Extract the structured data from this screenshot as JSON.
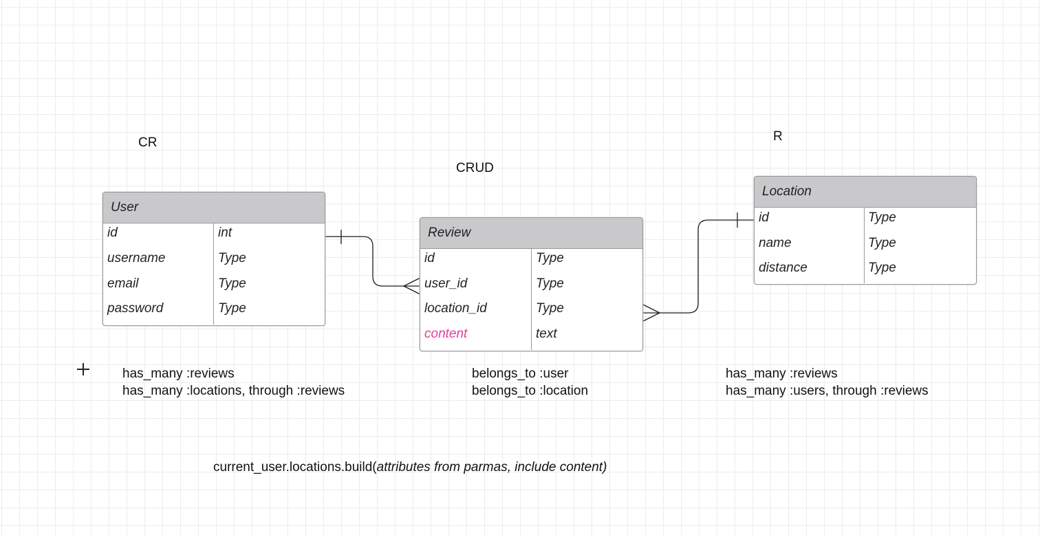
{
  "crud_labels": {
    "user": "CR",
    "review": "CRUD",
    "location": "R"
  },
  "entities": {
    "user": {
      "title": "User",
      "fields": [
        {
          "name": "id",
          "type": "int"
        },
        {
          "name": "username",
          "type": "Type"
        },
        {
          "name": "email",
          "type": "Type"
        },
        {
          "name": "password",
          "type": "Type"
        }
      ]
    },
    "review": {
      "title": "Review",
      "fields": [
        {
          "name": "id",
          "type": "Type"
        },
        {
          "name": "user_id",
          "type": "Type"
        },
        {
          "name": "location_id",
          "type": "Type"
        },
        {
          "name": "content",
          "type": "text"
        }
      ]
    },
    "location": {
      "title": "Location",
      "fields": [
        {
          "name": "id",
          "type": "Type"
        },
        {
          "name": "name",
          "type": "Type"
        },
        {
          "name": "distance",
          "type": "Type"
        }
      ]
    }
  },
  "associations": {
    "user": [
      "has_many :reviews",
      "has_many :locations, through :reviews"
    ],
    "review": [
      "belongs_to :user",
      "belongs_to :location"
    ],
    "location": [
      "has_many :reviews",
      "has_many :users, through :reviews"
    ]
  },
  "bottom_code": {
    "prefix": "current_user.locations.build(",
    "args": "attributes from parmas, include content)"
  },
  "colors": {
    "header_fill": "#c9c8cb",
    "highlight_field": "#e0409a",
    "grid": "#ececec"
  },
  "icons": {
    "cursor": "crosshair-plus-icon"
  }
}
